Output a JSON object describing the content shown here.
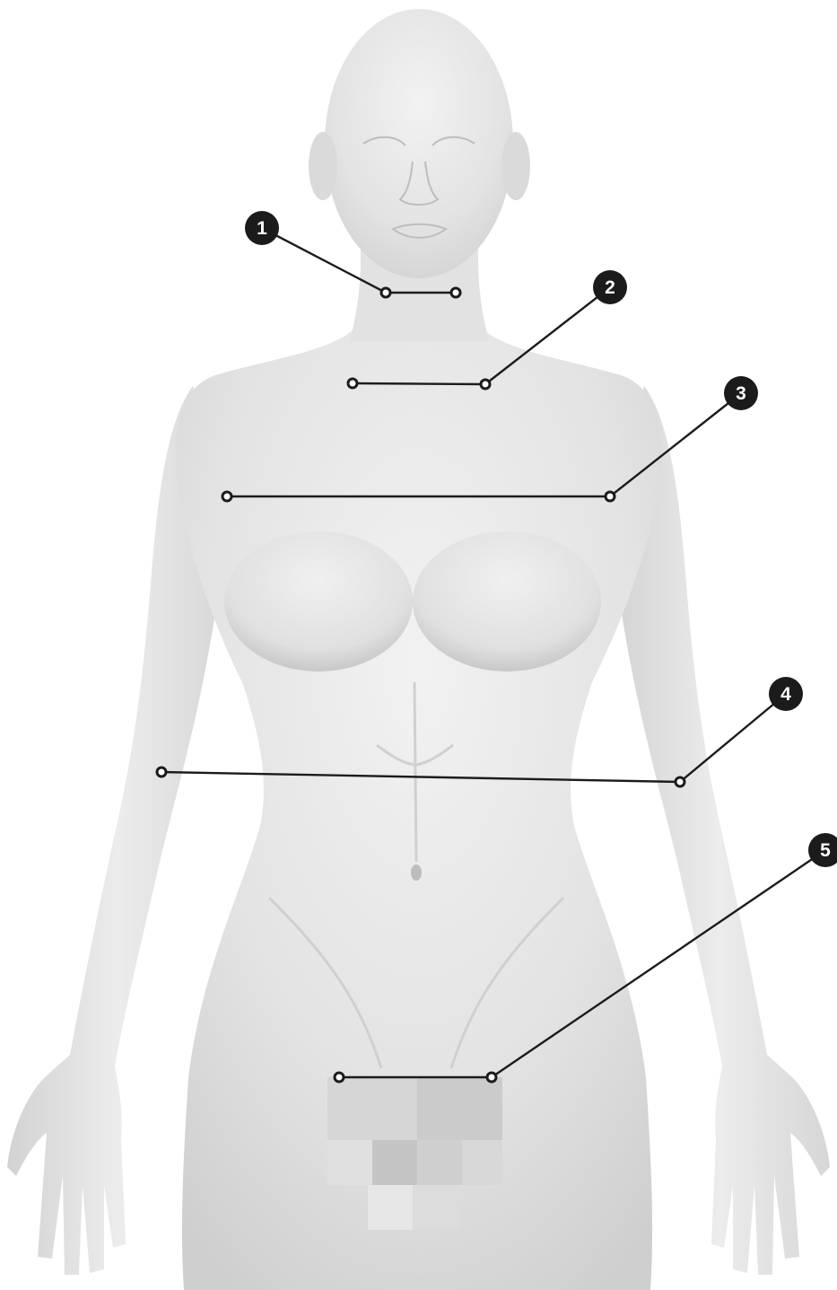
{
  "figure": {
    "subject": "female-body-front-view",
    "colors": {
      "skin": "#e4e4e4",
      "skin_shadow": "#c9c9c9",
      "line": "#1b1b1b",
      "dot_fill": "#ffffff"
    }
  },
  "markers": [
    {
      "label": "1",
      "name": "neck"
    },
    {
      "label": "2",
      "name": "collarbone"
    },
    {
      "label": "3",
      "name": "bust"
    },
    {
      "label": "4",
      "name": "waist"
    },
    {
      "label": "5",
      "name": "hip"
    }
  ]
}
